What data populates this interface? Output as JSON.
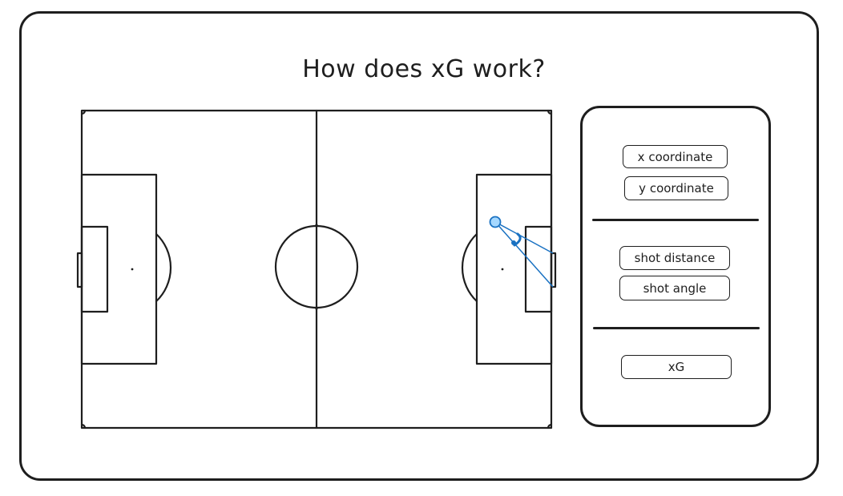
{
  "diagram": {
    "title": "How does xG work?",
    "features": {
      "group_location": [
        "x coordinate",
        "y coordinate"
      ],
      "group_geometry": [
        "shot distance",
        "shot angle"
      ],
      "group_output": [
        "xG"
      ]
    }
  },
  "colors": {
    "ink": "#1e1e1e",
    "shot_accent": "#1971c2",
    "shot_fill": "#a5d8ff"
  }
}
